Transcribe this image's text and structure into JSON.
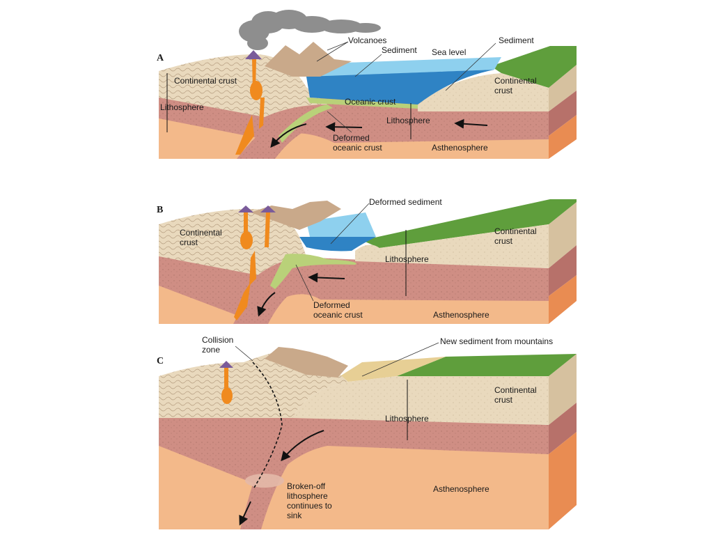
{
  "colors": {
    "asthenosphere": "#f3b98a",
    "asthenosphere_side": "#e98c52",
    "lithosphere": "#cf8e84",
    "lithosphere_side": "#b7716a",
    "continental_crust": "#e9d9bd",
    "continental_crust_side": "#d6c19f",
    "mountain": "#c9a98a",
    "ocean_top": "#8ed0ee",
    "ocean_side": "#2f83c4",
    "oceanic_crust": "#b9d179",
    "vegetation": "#5f9e3c",
    "magma": "#f08a1e",
    "volcano": "#7a5b9a",
    "smoke": "#8e8e8e"
  },
  "panels": [
    {
      "letter": "A",
      "labels": {
        "continental_crust_left": "Continental crust",
        "lithosphere_left": "Lithosphere",
        "volcanoes": "Volcanoes",
        "sediment_left": "Sediment",
        "sea_level": "Sea level",
        "sediment_right": "Sediment",
        "continental_right_1": "Continental",
        "continental_right_2": "crust",
        "oceanic_crust": "Oceanic crust",
        "lithosphere_mid": "Lithosphere",
        "deformed_1": "Deformed",
        "deformed_2": "oceanic crust",
        "asthenosphere": "Asthenosphere"
      }
    },
    {
      "letter": "B",
      "labels": {
        "continental_left_1": "Continental",
        "continental_left_2": "crust",
        "deformed_sediment": "Deformed sediment",
        "continental_right_1": "Continental",
        "continental_right_2": "crust",
        "lithosphere_mid": "Lithosphere",
        "deformed_1": "Deformed",
        "deformed_2": "oceanic crust",
        "asthenosphere": "Asthenosphere"
      }
    },
    {
      "letter": "C",
      "labels": {
        "collision_1": "Collision",
        "collision_2": "zone",
        "new_sediment": "New sediment from mountains",
        "continental_right_1": "Continental",
        "continental_right_2": "crust",
        "lithosphere_mid": "Lithosphere",
        "broken_1": "Broken-off",
        "broken_2": "lithosphere",
        "broken_3": "continues to",
        "broken_4": "sink",
        "asthenosphere": "Asthenosphere"
      }
    }
  ]
}
